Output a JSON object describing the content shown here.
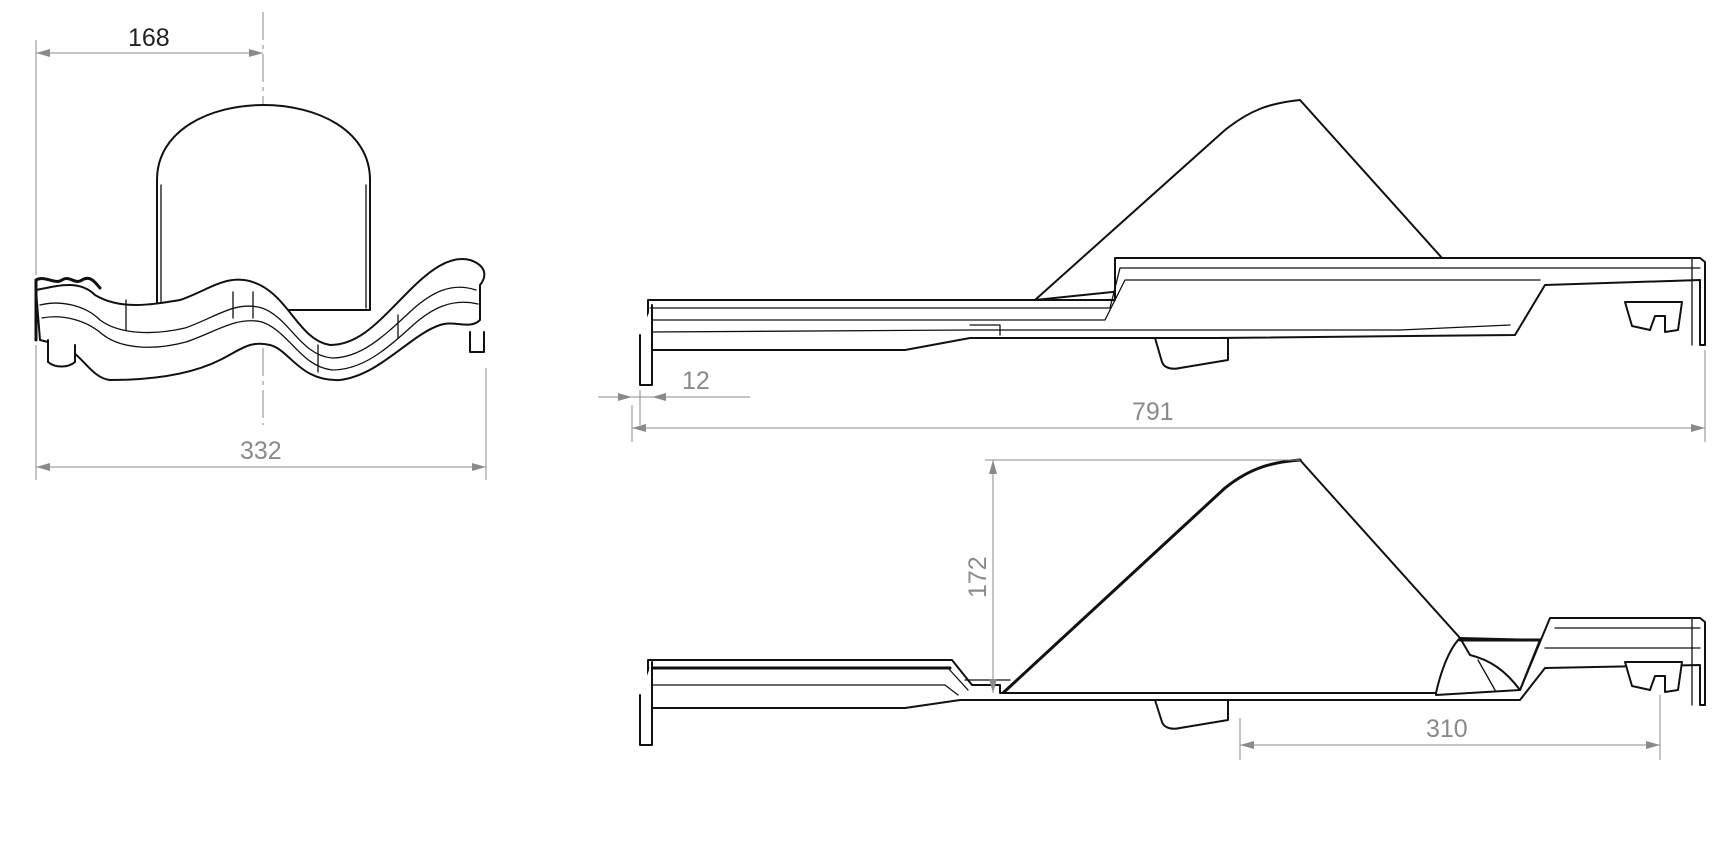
{
  "dimensions": {
    "front_top_width": "168",
    "front_total_width": "332",
    "side_offset": "12",
    "side_total_length": "791",
    "lower_height": "172",
    "lower_length": "310"
  },
  "colors": {
    "outline": "#111111",
    "dimension": "#8a8a8a",
    "background": "#ffffff"
  }
}
